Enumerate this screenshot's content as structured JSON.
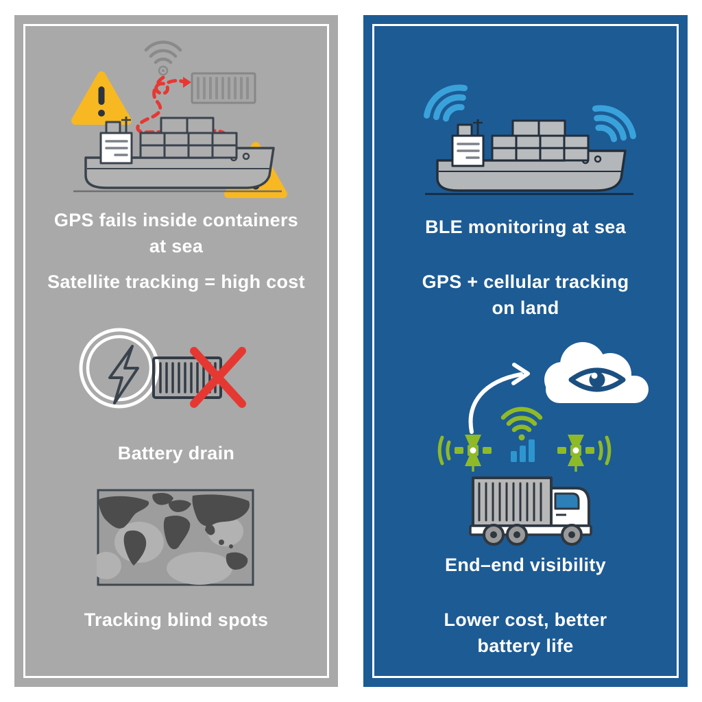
{
  "left_panel": {
    "theme": "problems",
    "bg_color": "#a9a9a9",
    "captions": {
      "c1": "GPS fails inside containers\nat sea",
      "c2": "Satellite tracking = high cost",
      "c3": "Battery drain",
      "c4": "Tracking blind spots"
    },
    "icons": [
      "wifi-icon",
      "container-icon",
      "warning-triangle-icon",
      "cargo-ship-icon",
      "lightning-circle-icon",
      "battery-icon",
      "red-cross-icon",
      "world-map-image"
    ]
  },
  "right_panel": {
    "theme": "solutions",
    "bg_color": "#1d5b94",
    "captions": {
      "c1": "BLE monitoring at sea",
      "c2": "GPS + cellular tracking\non land",
      "c3": "End–end visibility",
      "c4": "Lower cost, better\nbattery life"
    },
    "icons": [
      "ble-signal-icon",
      "cargo-ship-icon",
      "curved-arrow-icon",
      "cloud-eye-icon",
      "wifi-icon",
      "cellular-bars-icon",
      "gps-satellite-icon",
      "container-truck-icon"
    ]
  },
  "colors": {
    "warning_yellow": "#f8b821",
    "alert_red": "#e63832",
    "signal_blue": "#3aa2da",
    "bars_blue": "#2d96cf",
    "gps_green": "#8fba27",
    "outline_dark": "#323b45",
    "eye_blue": "#1b4f80",
    "text_white": "#ffffff",
    "panel_gray": "#a9a9a9",
    "panel_blue": "#1d5b94"
  }
}
